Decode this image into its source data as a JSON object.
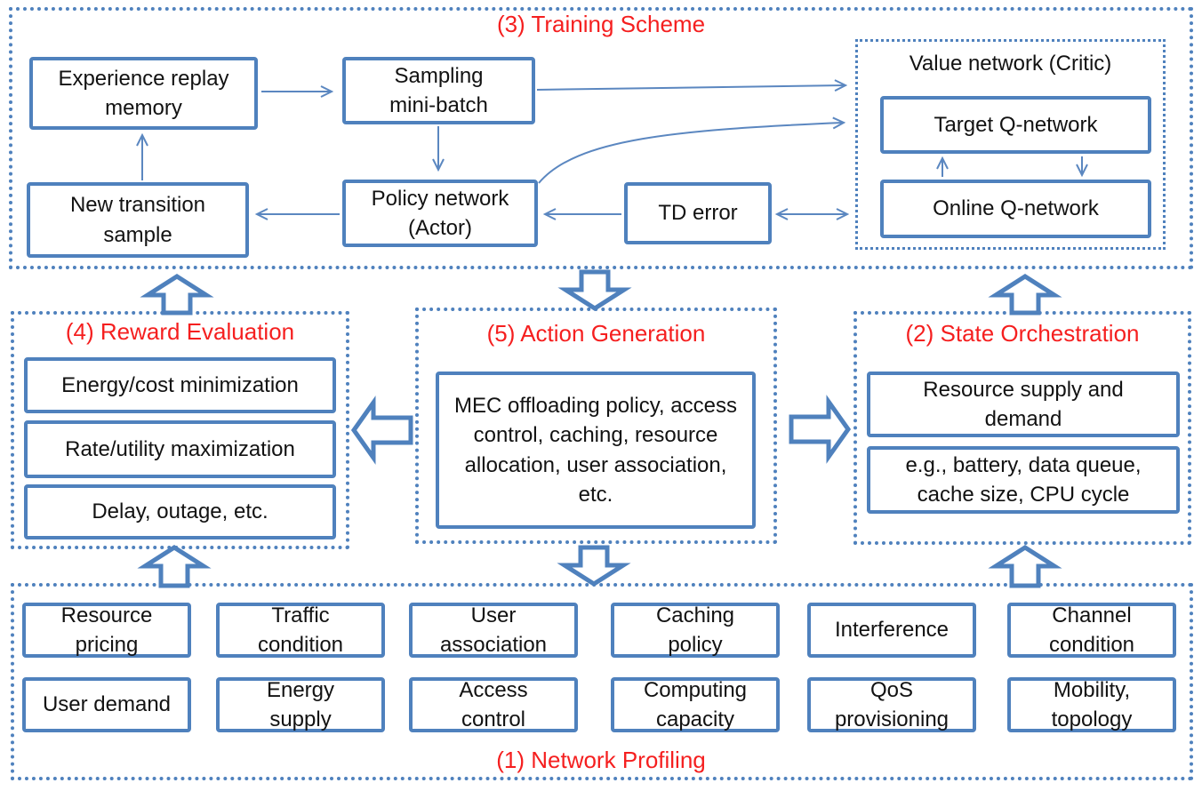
{
  "training": {
    "title": "(3) Training Scheme",
    "experience_replay": "Experience replay memory",
    "sampling": "Sampling mini-batch",
    "new_transition": "New transition sample",
    "policy_network": "Policy network (Actor)",
    "td_error": "TD error",
    "value_network_title": "Value network (Critic)",
    "target_q": "Target Q-network",
    "online_q": "Online Q-network"
  },
  "reward": {
    "title": "(4) Reward Evaluation",
    "items": [
      "Energy/cost minimization",
      "Rate/utility maximization",
      "Delay, outage, etc."
    ]
  },
  "action": {
    "title": "(5) Action Generation",
    "content": "MEC offloading policy, access control, caching, resource allocation, user association, etc."
  },
  "state": {
    "title": "(2) State Orchestration",
    "items": [
      "Resource supply and demand",
      "e.g., battery, data queue, cache size, CPU cycle"
    ]
  },
  "profiling": {
    "title": "(1) Network Profiling",
    "row1": [
      "Resource pricing",
      "Traffic condition",
      "User association",
      "Caching policy",
      "Interference",
      "Channel condition"
    ],
    "row2": [
      "User demand",
      "Energy supply",
      "Access control",
      "Computing capacity",
      "QoS provisioning",
      "Mobility, topology"
    ]
  },
  "colors": {
    "box_border_blue": "#4f81bd",
    "thin_arrow_blue": "#5b87c0",
    "section_title_red": "#f51f1f",
    "text": "#121212",
    "background": "#ffffff"
  }
}
